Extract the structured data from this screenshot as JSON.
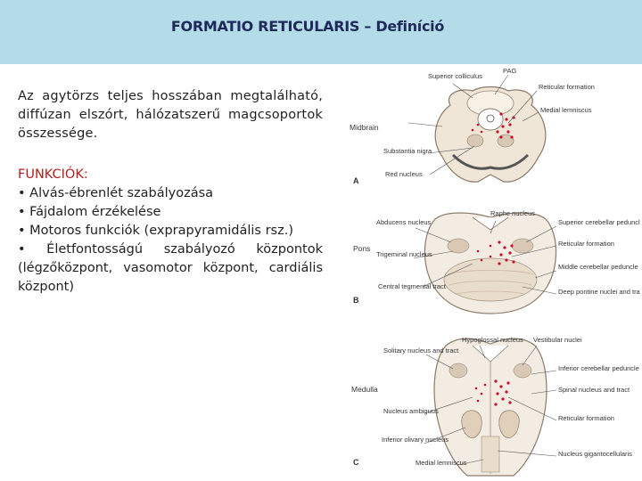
{
  "header": {
    "title": "FORMATIO RETICULARIS – Definíció",
    "background": "#b3dbe8"
  },
  "definition": "Az agytörzs teljes hosszában megtalálható, diffúzan elszórt, hálózatszerű magcsoportok összessége.",
  "functions": {
    "title": "FUNKCIÓK:",
    "items": [
      "• Alvás-ébrenlét szabályozása",
      "• Fájdalom érzékelése",
      "• Motoros funkciók (exprapyramidális rsz.)",
      "• Életfontosságú szabályozó központok (légzőközpont, vasomotor központ, cardiális központ)"
    ]
  },
  "figure": {
    "dot_color": "#c8102e",
    "panels": [
      {
        "letter": "A",
        "level": "Midbrain",
        "labels": [
          "PAG",
          "Superior colliculus",
          "Reticular formation",
          "Medial lemniscus",
          "Substantia nigra",
          "Red nucleus"
        ]
      },
      {
        "letter": "B",
        "level": "Pons",
        "labels": [
          "Abducens nucleus",
          "Raphe nucleus",
          "Superior cerebellar peduncle",
          "Reticular formation",
          "Trigeminal nucleus",
          "Middle cerebellar peduncle",
          "Central tegmental tract",
          "Deep pontine nuclei and transverse pontine fibers"
        ]
      },
      {
        "letter": "C",
        "level": "Medulla",
        "labels": [
          "Hypoglossal nucleus",
          "Vestibular nuclei",
          "Solitary nucleus and tract",
          "Inferior cerebellar peduncle",
          "Spinal nucleus and tract",
          "Nucleus ambiguus",
          "Reticular formation",
          "Inferior olivary nucleus",
          "Nucleus gigantocellularis",
          "Medial lemniscus"
        ]
      }
    ]
  }
}
